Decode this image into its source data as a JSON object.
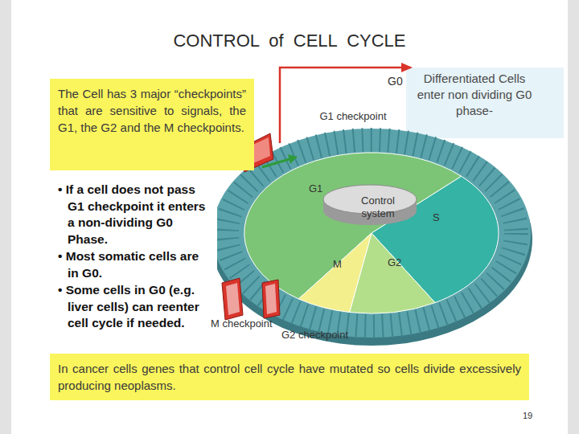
{
  "diagram": {
    "title": "CONTROL of CELL CYCLE",
    "nodes": [
      {
        "text": [
          "The Cell has 3 major “checkpoints” that are sensitive to signals, the G1, the G2 and the M checkpoints."
        ]
      },
      {
        "text": [
          "• If a cell does not pass G1 checkpoint it enters a non-dividing G0 Phase.",
          "• Most somatic cells are in G0.",
          "• Some cells in G0 (e.g. liver cells) can reenter cell cycle if needed."
        ]
      },
      {
        "text": [
          "Control system"
        ]
      },
      {
        "text": [
          "In cancer cells genes that control cell cycle have mutated so cells divide excessively producing neoplasms."
        ]
      }
    ],
    "labels": [
      "G0",
      "Differentiated Cells enter non dividing G0 phase-",
      "G1 checkpoint",
      "G1",
      "S",
      "M",
      "G2",
      "M checkpoint",
      "G2 checkpoint",
      "19"
    ]
  }
}
